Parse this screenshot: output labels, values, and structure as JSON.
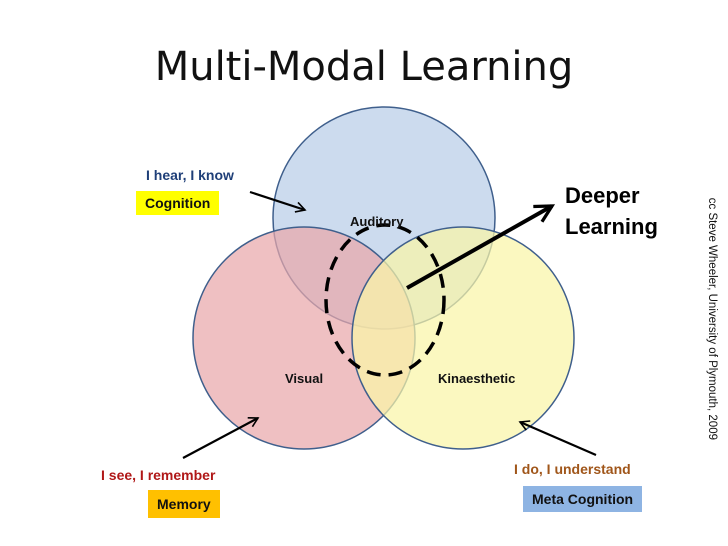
{
  "title": "Multi-Modal Learning",
  "circles": {
    "auditory": {
      "label": "Auditory",
      "fill": "#b8cde8"
    },
    "visual": {
      "label": "Visual",
      "fill": "#e9a7aa"
    },
    "kinaesthetic": {
      "label": "Kinaesthetic",
      "fill": "#f9f5a8"
    }
  },
  "annotations": {
    "hear": {
      "text": "I hear, I know",
      "color": "#1f3f78",
      "badge": "Cognition",
      "badge_color": "#ffff00"
    },
    "see": {
      "text": "I see, I remember",
      "color": "#b01818",
      "badge": "Memory",
      "badge_color": "#ffc000"
    },
    "do": {
      "text": "I do, I understand",
      "color": "#a0561a",
      "badge": "Meta Cognition",
      "badge_color": "#8eb4e3"
    }
  },
  "deeper": {
    "line1": "Deeper",
    "line2": "Learning"
  },
  "credit": "cc  Steve Wheeler, University of Plymouth, 2009"
}
